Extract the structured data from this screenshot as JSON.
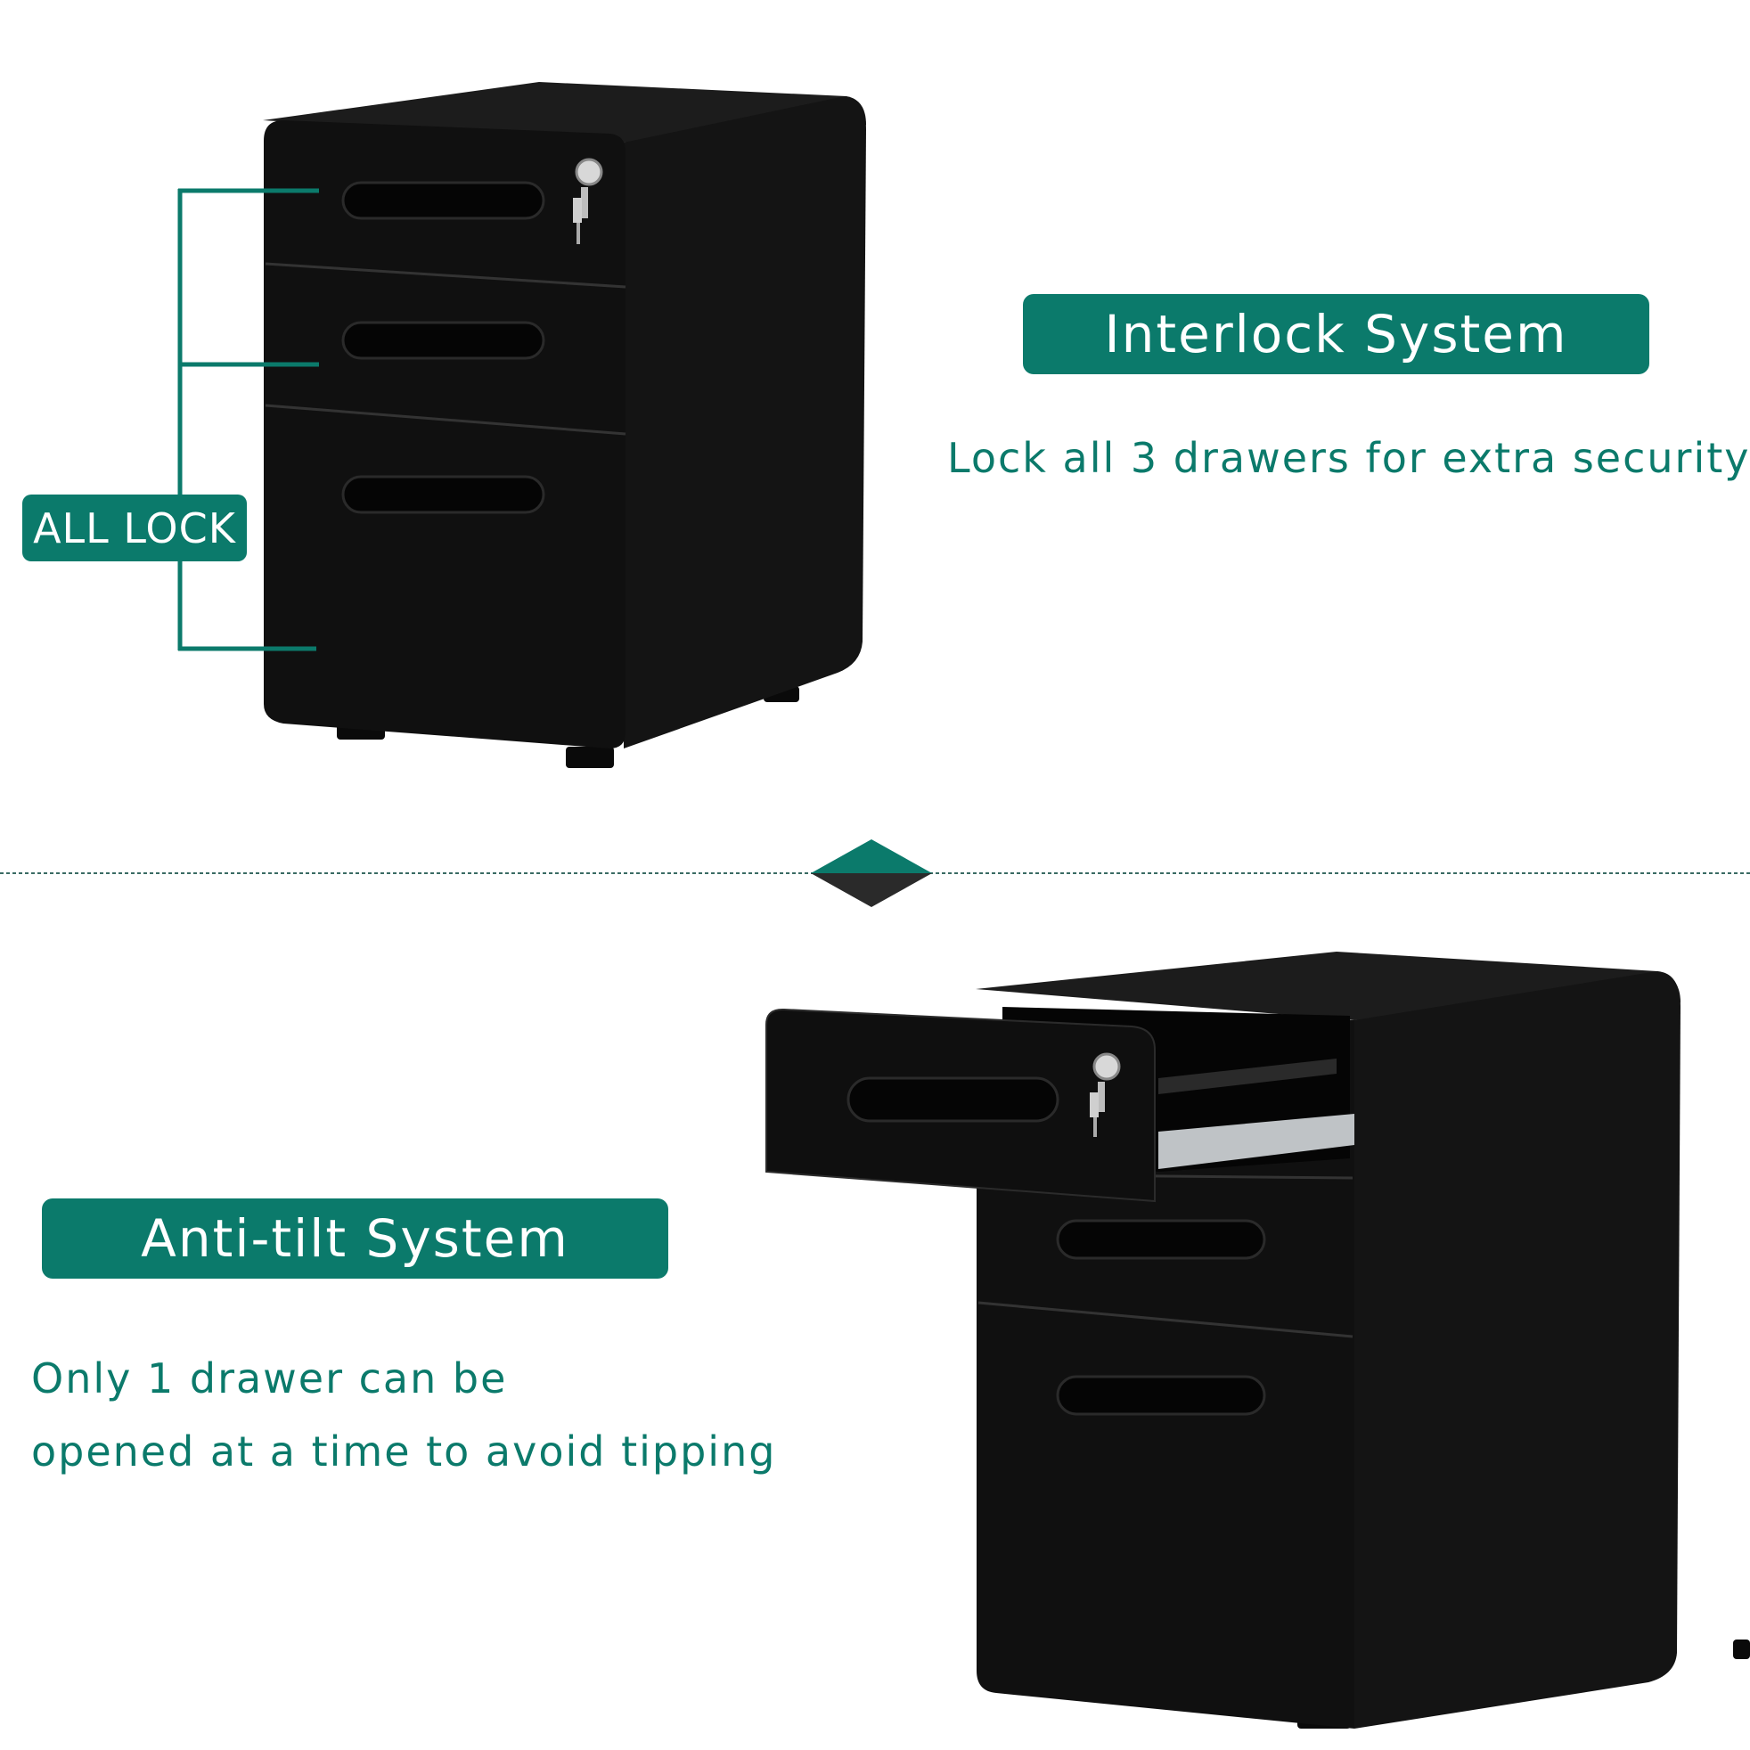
{
  "labels": {
    "all_lock": "ALL LOCK"
  },
  "interlock": {
    "title": "Interlock System",
    "description": "Lock all 3 drawers for extra security"
  },
  "antitilt": {
    "title": "Anti-tilt System",
    "description_line1": "Only 1 drawer can be",
    "description_line2": "opened at a time to avoid tipping"
  },
  "colors": {
    "accent": "#0b7a6b",
    "cabinet": "#111111",
    "background": "#ffffff"
  }
}
